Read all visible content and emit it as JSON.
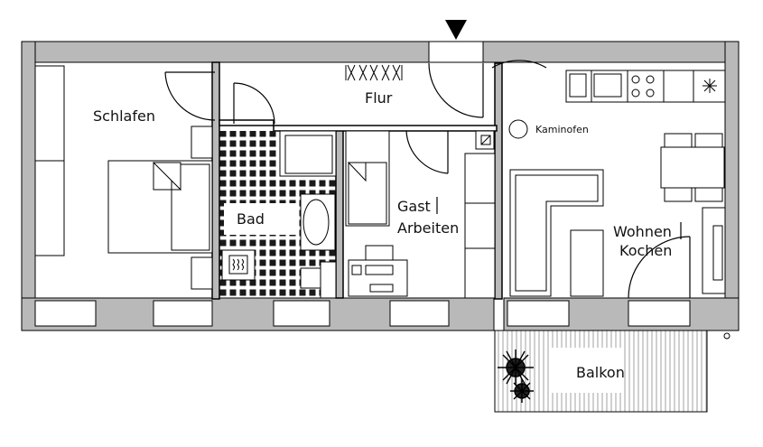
{
  "rooms": {
    "schlafen": "Schlafen",
    "flur": "Flur",
    "bad": "Bad",
    "gast_line1": "Gast",
    "gast_line2": "Arbeiten",
    "wohnen_line1": "Wohnen",
    "wohnen_line2": "Kochen",
    "balkon": "Balkon"
  },
  "fixtures": {
    "kaminofen": "Kaminofen"
  },
  "colors": {
    "wall": "#b9b9b9",
    "line": "#000000",
    "background": "#ffffff",
    "balcony_hatch": "#8a8a8a"
  },
  "icons": [
    "entrance-arrow-icon",
    "plant-icon",
    "stove-icon",
    "sink-icon",
    "fan-heater-icon"
  ]
}
